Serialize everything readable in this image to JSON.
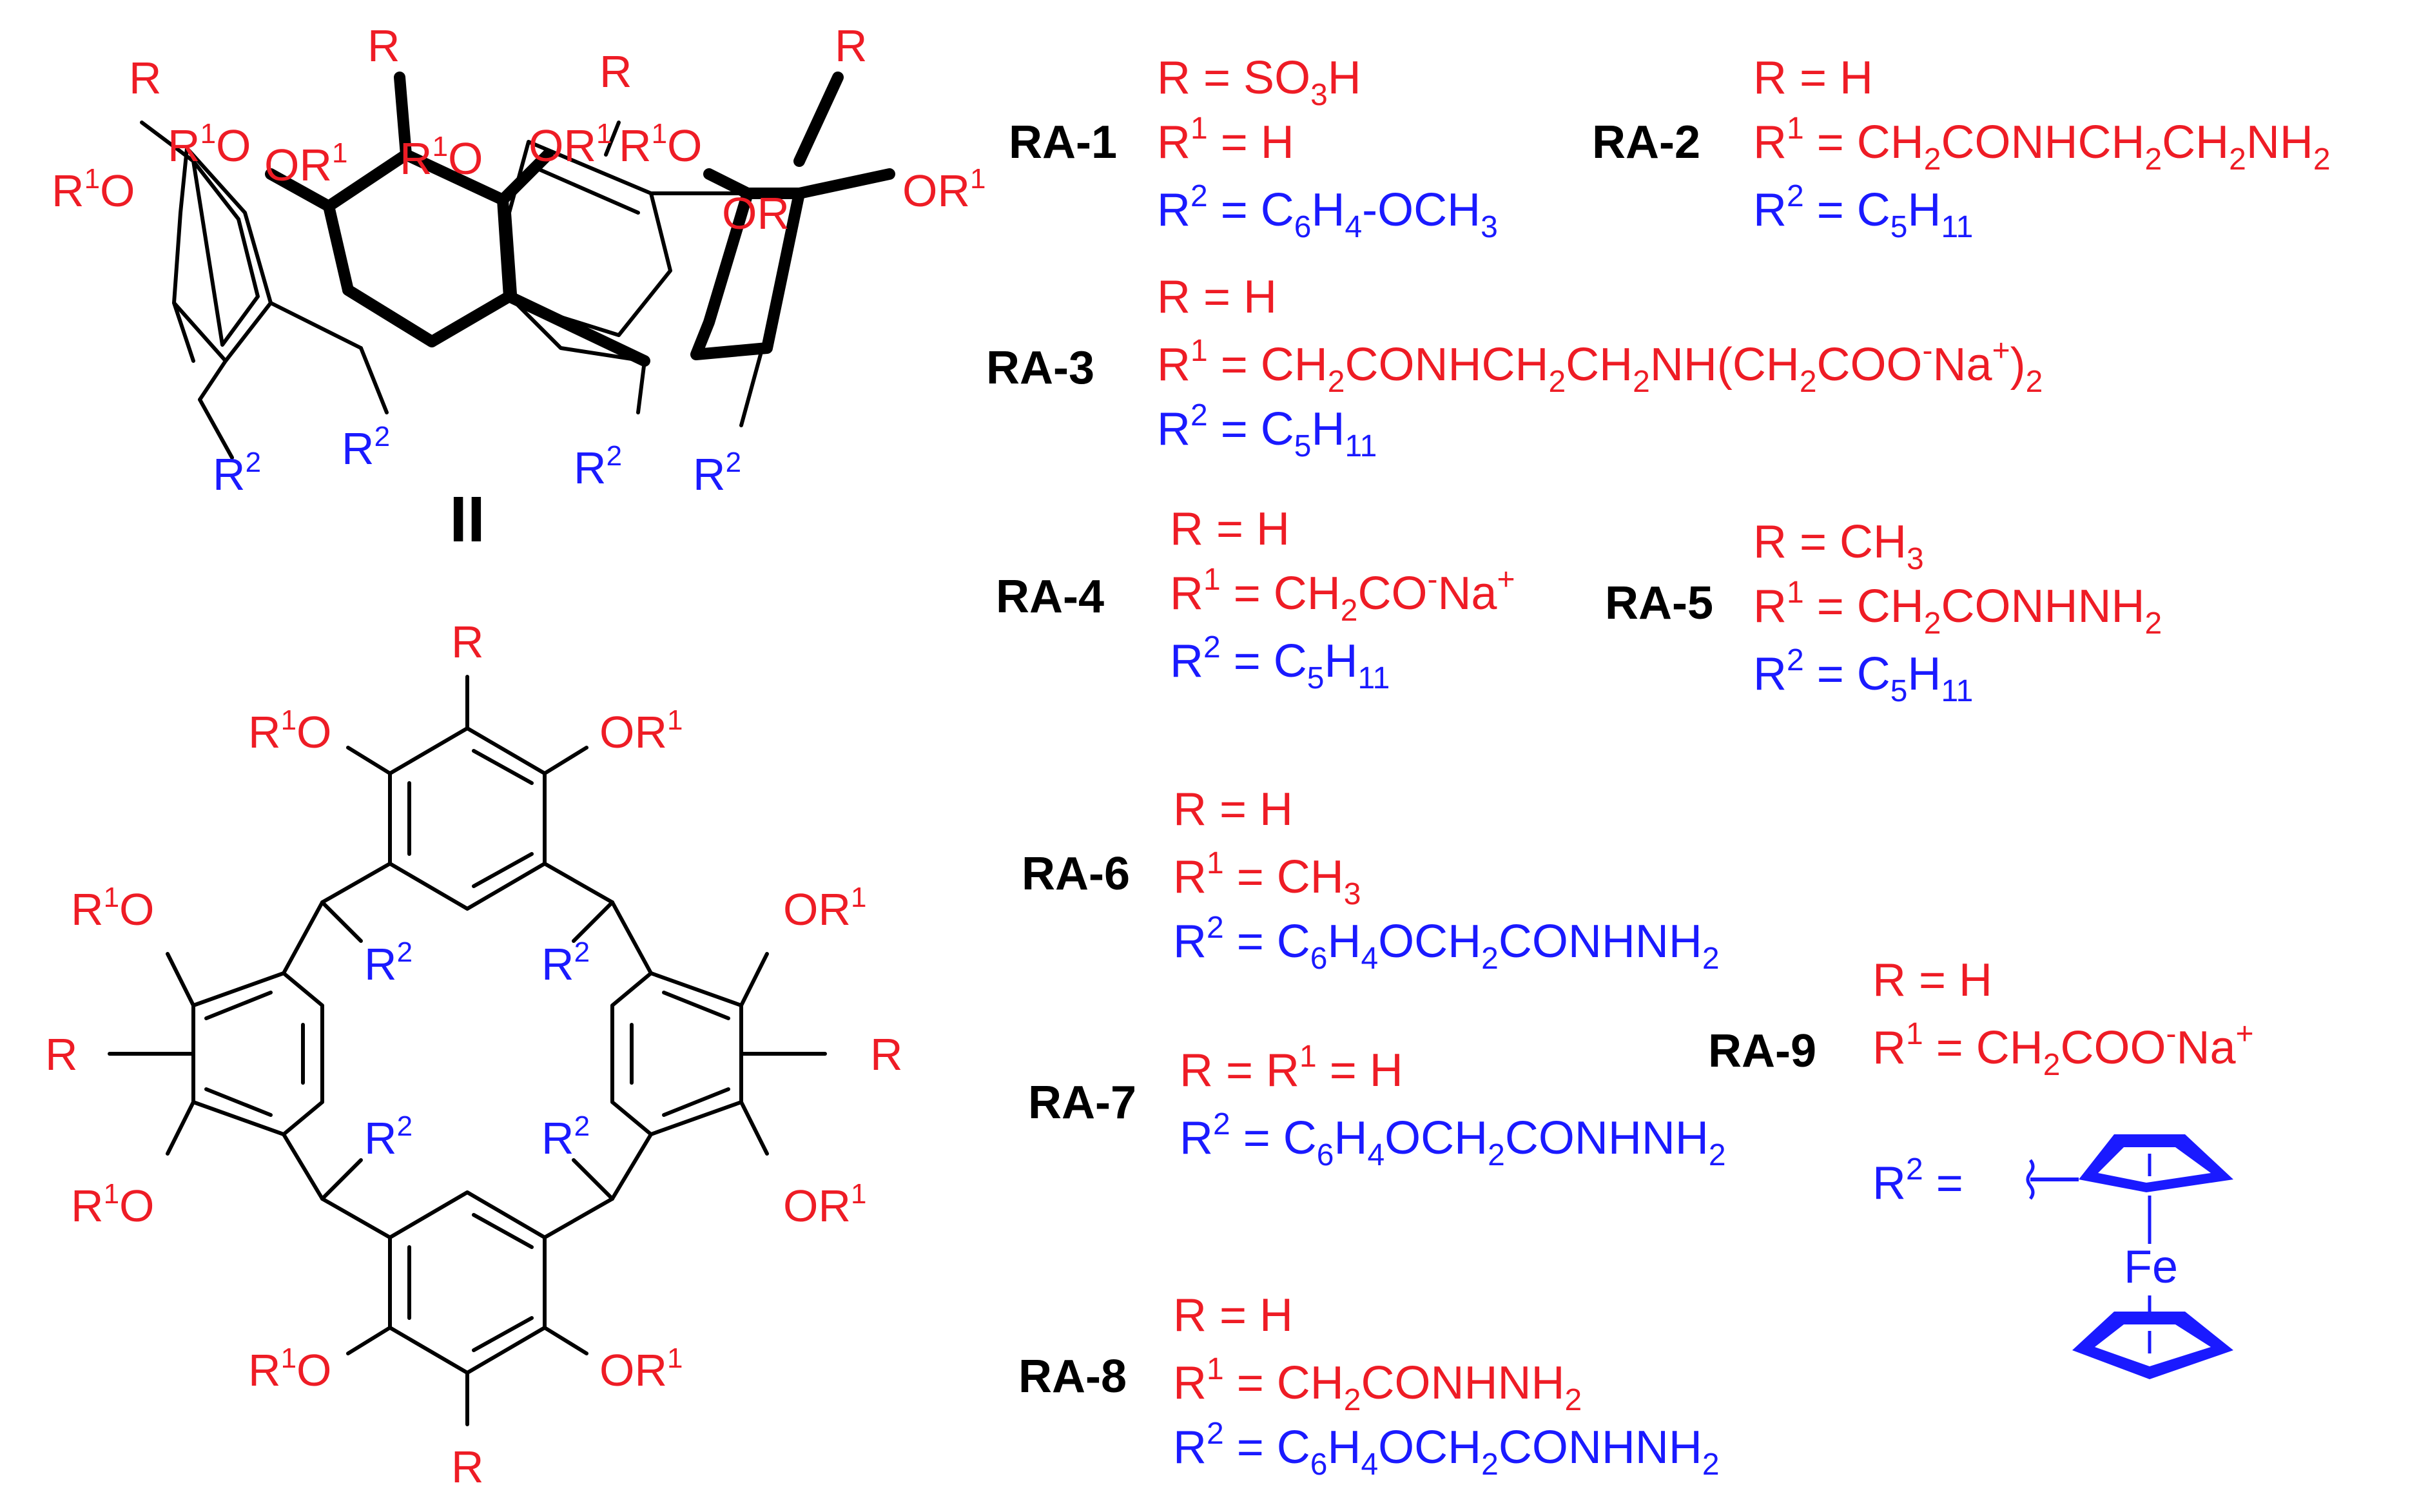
{
  "colors": {
    "substituent_R": "#ee1c25",
    "substituent_R2": "#1a1aff",
    "bonds": "#000000"
  },
  "conformer_label": "II",
  "sub": {
    "R": "R",
    "R1O": "R1O",
    "OR1": "OR1",
    "R2": "R2",
    "Fe": "Fe"
  },
  "compounds": [
    {
      "id": "RA-1",
      "R": "R = SO3H",
      "R1": "R1 = H",
      "R2": "R2 = C6H4-OCH3"
    },
    {
      "id": "RA-2",
      "R": "R = H",
      "R1": "R1 = CH2CONHCH2CH2NH2",
      "R2": "R2 = C5H11"
    },
    {
      "id": "RA-3",
      "R": "R = H",
      "R1": "R1 = CH2CONHCH2CH2NH(CH2COO-Na+)2",
      "R2": "R2 = C5H11"
    },
    {
      "id": "RA-4",
      "R": "R = H",
      "R1": "R1 = CH2CO-Na+",
      "R2": "R2 = C5H11"
    },
    {
      "id": "RA-5",
      "R": "R = CH3",
      "R1": "R1 = CH2CONHNH2",
      "R2": "R2 = C5H11"
    },
    {
      "id": "RA-6",
      "R": "R = H",
      "R1": "R1 = CH3",
      "R2": "R2 = C6H4OCH2CONHNH2"
    },
    {
      "id": "RA-7",
      "R": "R = R1 = H",
      "R2": "R2 = C6H4OCH2CONHNH2"
    },
    {
      "id": "RA-8",
      "R": "R = H",
      "R1": "R1 = CH2CONHNH2",
      "R2": "R2 = C6H4OCH2CONHNH2"
    },
    {
      "id": "RA-9",
      "R": "R = H",
      "R1": "R1 = CH2COO-Na+",
      "R2": "R2 = "
    }
  ]
}
